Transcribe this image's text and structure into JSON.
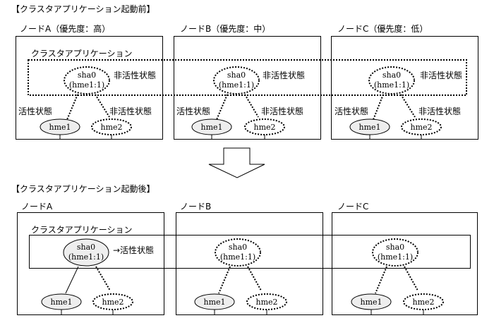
{
  "before": {
    "title": "【クラスタアプリケーション起動前】",
    "cluster_app_label": "クラスタアプリケーション",
    "nodes": [
      {
        "name": "ノードA（優先度：高）",
        "sha": {
          "line1": "sha0",
          "line2": "(hme1:1)",
          "state": "非活性状態",
          "style": "dotted"
        },
        "hme1": {
          "label": "hme1",
          "state": "活性状態",
          "style": "solid"
        },
        "hme2": {
          "label": "hme2",
          "state": "非活性状態",
          "style": "dotted"
        }
      },
      {
        "name": "ノードB（優先度：中）",
        "sha": {
          "line1": "sha0",
          "line2": "(hme1:1)",
          "state": "非活性状態",
          "style": "dotted"
        },
        "hme1": {
          "label": "hme1",
          "state": "活性状態",
          "style": "solid"
        },
        "hme2": {
          "label": "hme2",
          "state": "非活性状態",
          "style": "dotted"
        }
      },
      {
        "name": "ノードC（優先度：低）",
        "sha": {
          "line1": "sha0",
          "line2": "(hme1:1)",
          "state": "非活性状態",
          "style": "dotted"
        },
        "hme1": {
          "label": "hme1",
          "state": "活性状態",
          "style": "solid"
        },
        "hme2": {
          "label": "hme2",
          "state": "非活性状態",
          "style": "dotted"
        }
      }
    ]
  },
  "transition_arrow": "down-arrow",
  "after": {
    "title": "【クラスタアプリケーション起動後】",
    "cluster_app_label": "クラスタアプリケーション",
    "nodes": [
      {
        "name": "ノードA",
        "sha": {
          "line1": "sha0",
          "line2": "(hme1:1)",
          "state": "→活性状態",
          "style": "solid"
        },
        "hme1": {
          "label": "hme1",
          "style": "solid"
        },
        "hme2": {
          "label": "hme2",
          "style": "dotted"
        }
      },
      {
        "name": "ノードB",
        "sha": {
          "line1": "sha0",
          "line2": "(hme1:1)",
          "style": "dotted"
        },
        "hme1": {
          "label": "hme1",
          "style": "solid"
        },
        "hme2": {
          "label": "hme2",
          "style": "dotted"
        }
      },
      {
        "name": "ノードC",
        "sha": {
          "line1": "sha0",
          "line2": "(hme1:1)",
          "style": "dotted"
        },
        "hme1": {
          "label": "hme1",
          "style": "solid"
        },
        "hme2": {
          "label": "hme2",
          "style": "dotted"
        }
      }
    ]
  },
  "colors": {
    "active_fill": "#eeeeee",
    "inactive_fill": "#ffffff",
    "stroke": "#000000"
  }
}
